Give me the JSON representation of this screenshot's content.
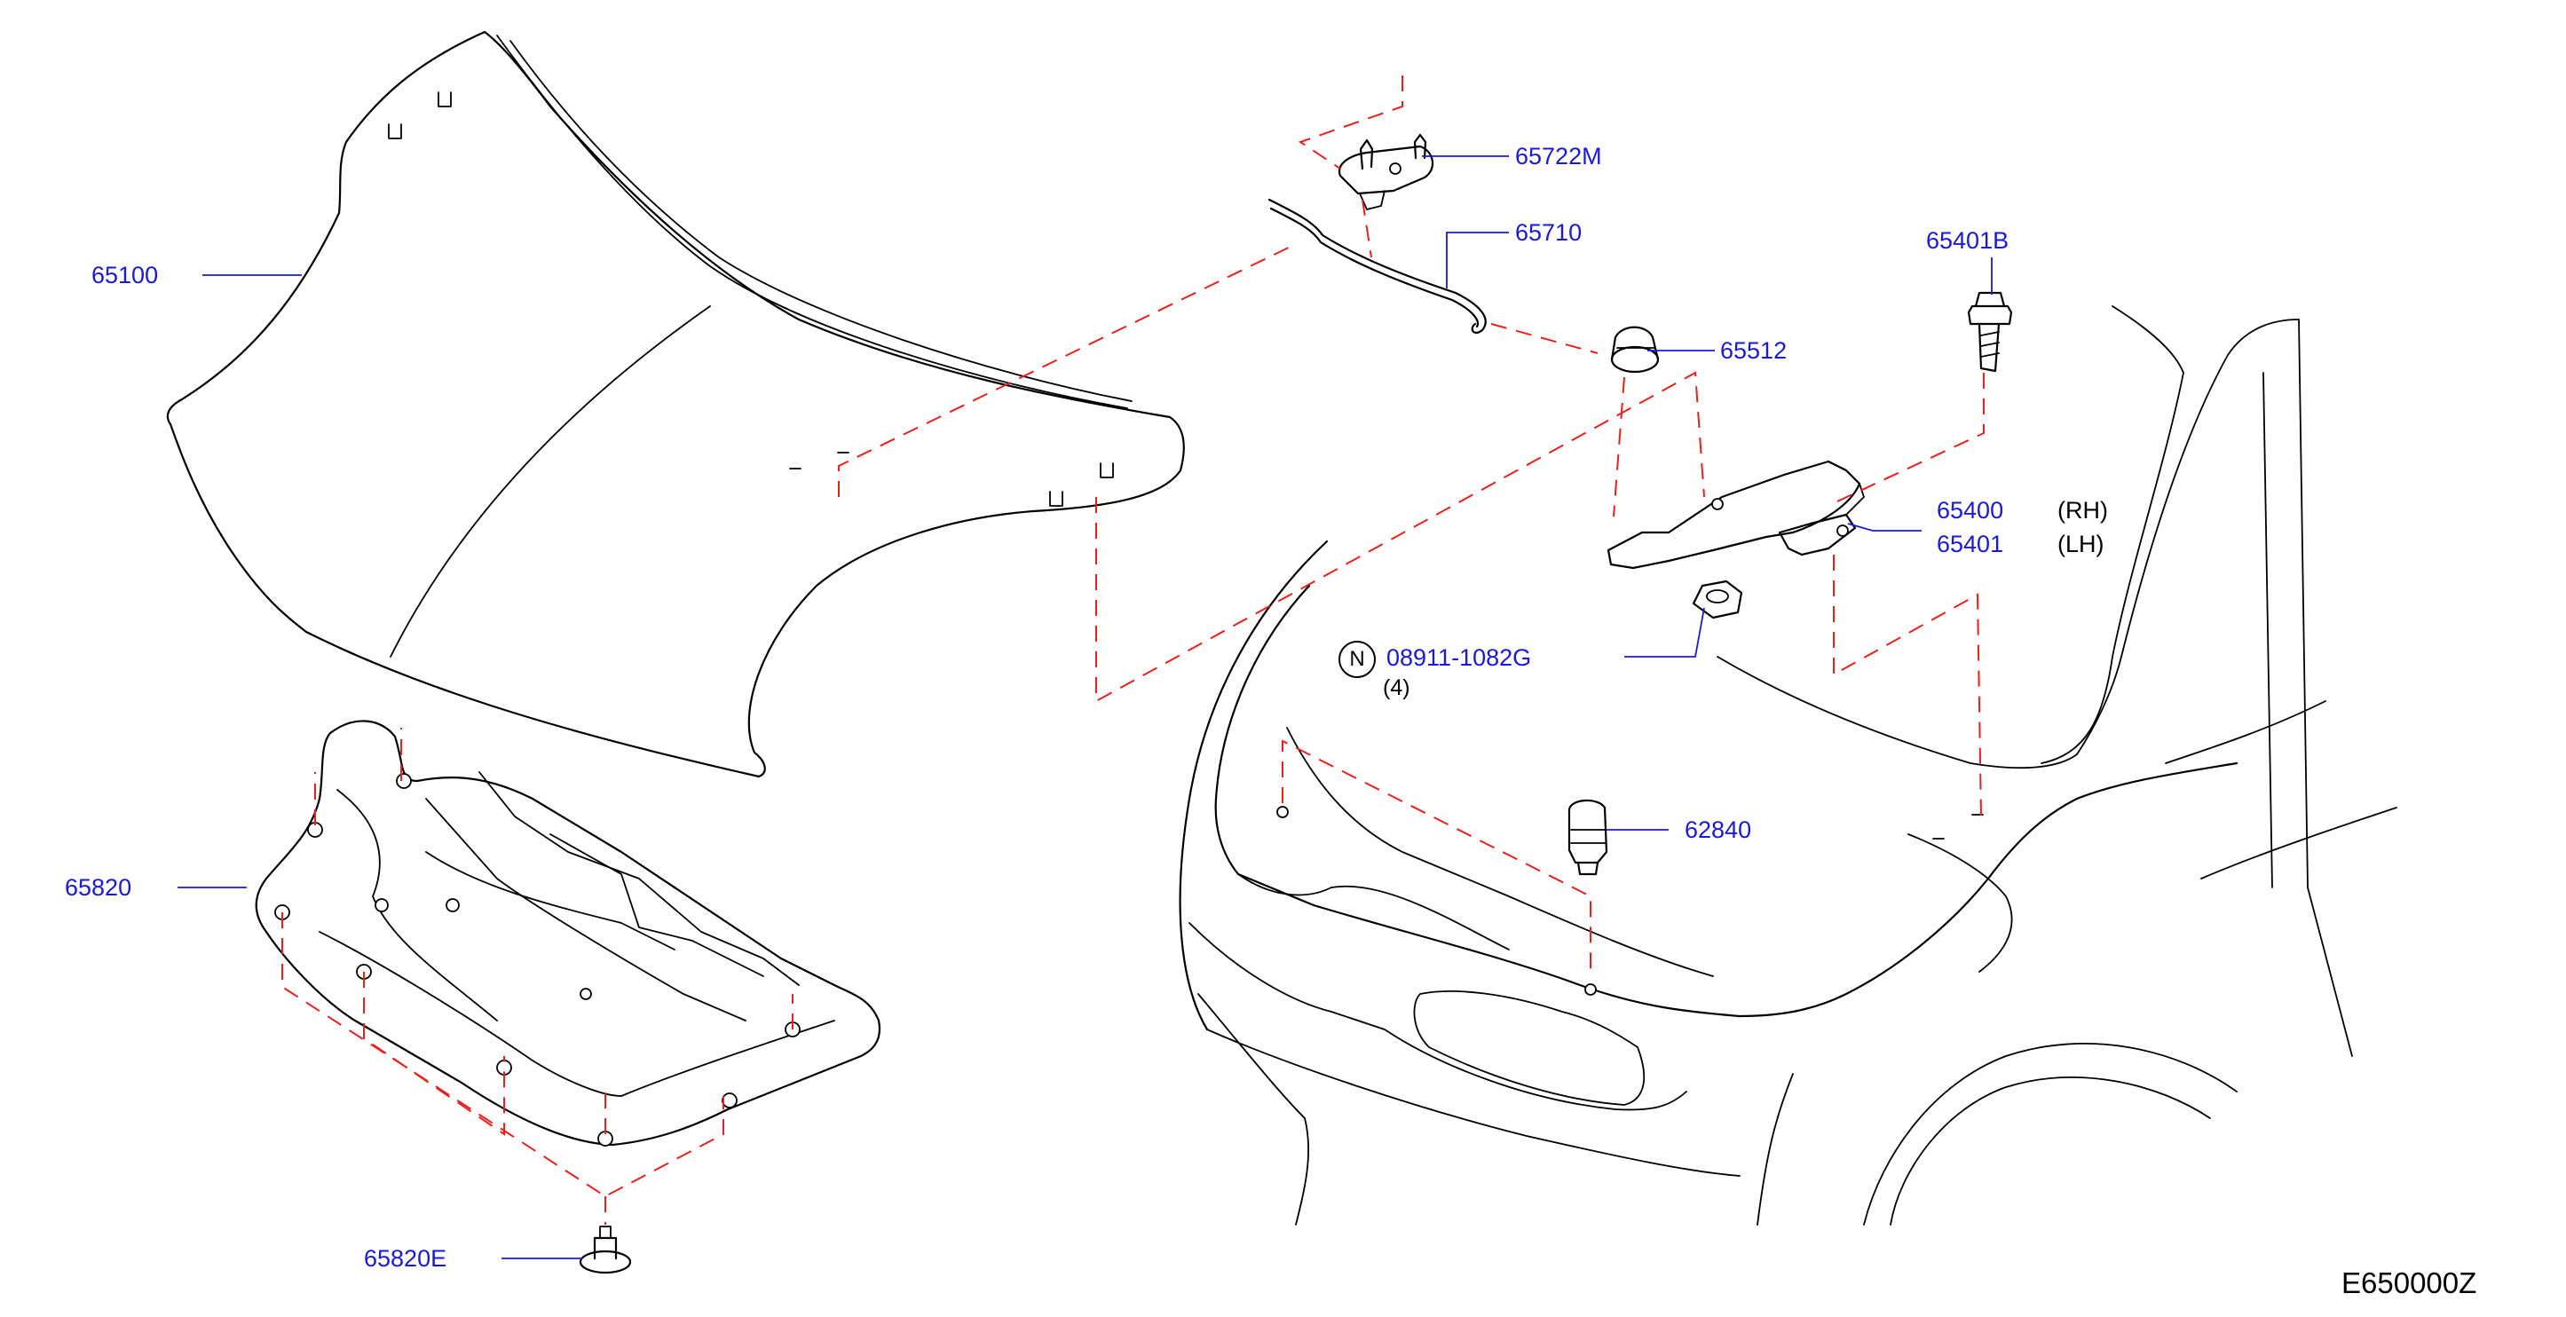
{
  "diagram_code": "E650000Z",
  "colors": {
    "part_number": "#1a1ad6",
    "leader_line": "#1a1ad6",
    "dashed_guide": "#e8201e",
    "drawing": "#000000"
  },
  "parts": [
    {
      "id": "hood",
      "number": "65100"
    },
    {
      "id": "hood-insulator",
      "number": "65820"
    },
    {
      "id": "insulator-clip",
      "number": "65820E"
    },
    {
      "id": "hood-support-clip",
      "number": "65722M"
    },
    {
      "id": "hood-support-rod",
      "number": "65710"
    },
    {
      "id": "hood-bumper",
      "number": "65512"
    },
    {
      "id": "hood-hinge-bolt",
      "number": "65401B"
    },
    {
      "id": "hood-hinge-rh",
      "number": "65400",
      "side": "(RH)"
    },
    {
      "id": "hood-hinge-lh",
      "number": "65401",
      "side": "(LH)"
    },
    {
      "id": "hinge-nut",
      "number": "08911-1082G",
      "note_symbol": "N",
      "quantity": "(4)"
    },
    {
      "id": "hood-adjusting-bumper",
      "number": "62840"
    }
  ]
}
